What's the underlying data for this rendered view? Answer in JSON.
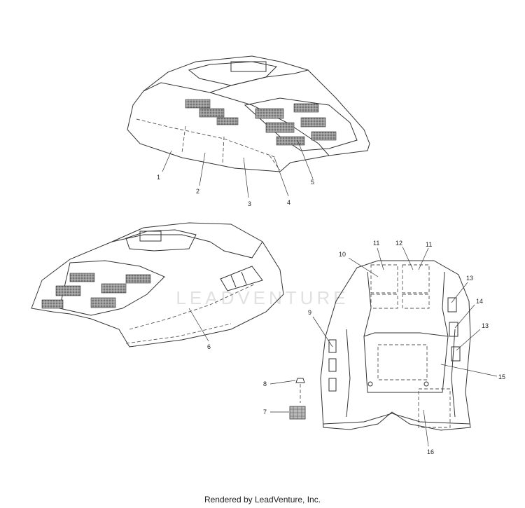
{
  "diagram": {
    "callouts": [
      {
        "id": "c1",
        "label": "1"
      },
      {
        "id": "c2",
        "label": "2"
      },
      {
        "id": "c3",
        "label": "3"
      },
      {
        "id": "c4",
        "label": "4"
      },
      {
        "id": "c5",
        "label": "5"
      },
      {
        "id": "c6",
        "label": "6"
      },
      {
        "id": "c7",
        "label": "7"
      },
      {
        "id": "c8",
        "label": "8"
      },
      {
        "id": "c9",
        "label": "9"
      },
      {
        "id": "c10",
        "label": "10"
      },
      {
        "id": "c11a",
        "label": "11"
      },
      {
        "id": "c12",
        "label": "12"
      },
      {
        "id": "c11b",
        "label": "11"
      },
      {
        "id": "c13a",
        "label": "13"
      },
      {
        "id": "c14",
        "label": "14"
      },
      {
        "id": "c13b",
        "label": "13"
      },
      {
        "id": "c15",
        "label": "15"
      },
      {
        "id": "c16",
        "label": "16"
      }
    ],
    "watermark": "LEADVENTURE"
  },
  "footer": {
    "text": "Rendered by LeadVenture, Inc."
  }
}
